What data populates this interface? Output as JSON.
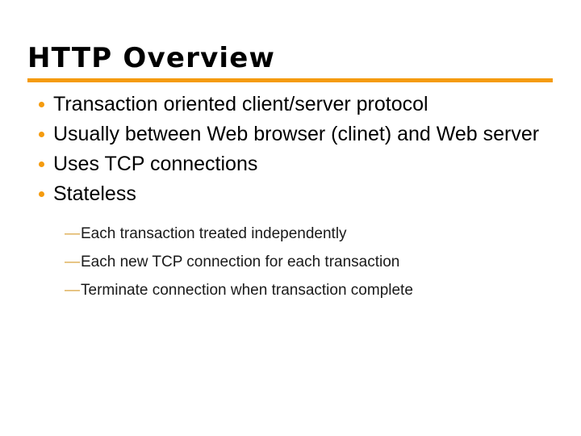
{
  "slide": {
    "title": "HTTP Overview",
    "accent_color": "#F59B0F",
    "bullet_color": "#F59B0F",
    "dash_color": "#D9A441",
    "text_color": "#000000",
    "background_color": "#FFFFFF",
    "bullets": [
      {
        "text": "Transaction oriented client/server protocol"
      },
      {
        "text": "Usually between Web browser (clinet) and Web server"
      },
      {
        "text": "Uses TCP connections"
      },
      {
        "text": "Stateless"
      }
    ],
    "sub_bullets": [
      {
        "marker": "—",
        "text": "Each transaction treated independently"
      },
      {
        "marker": "—",
        "text": "Each new TCP connection for each transaction"
      },
      {
        "marker": "—",
        "text": "Terminate connection when transaction complete"
      }
    ]
  }
}
